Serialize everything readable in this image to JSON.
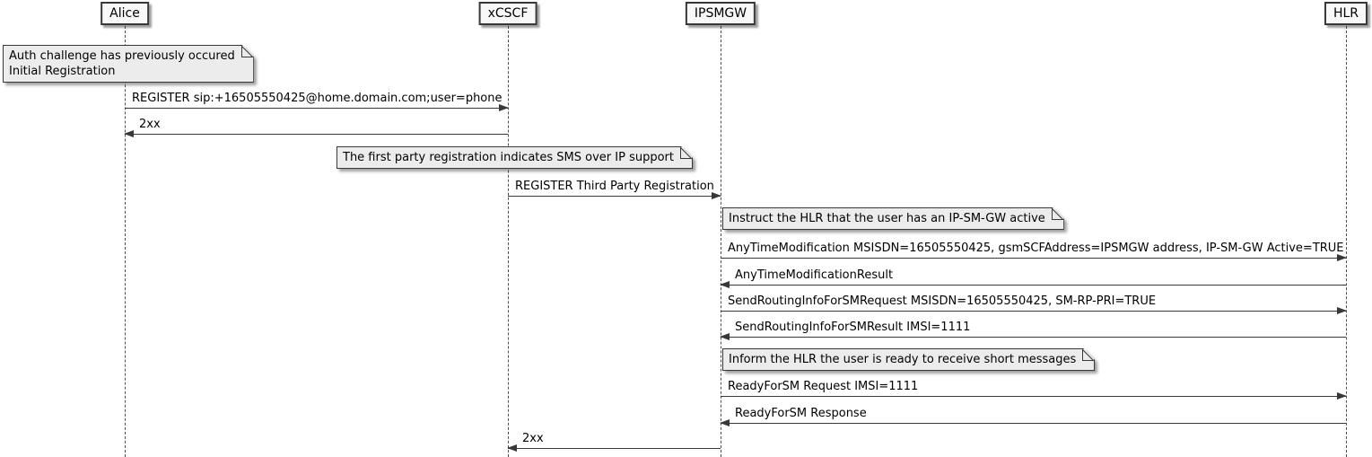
{
  "diagram_type": "sequence-diagram",
  "colors": {
    "background": "#ffffff",
    "participant_fill": "#f8f8f8",
    "participant_border": "#383838",
    "note_fill": "#ececec",
    "note_border": "#383838",
    "arrow": "#383838",
    "lifeline": "#4d4d4d",
    "text": "#000000"
  },
  "participants": [
    {
      "label": "Alice"
    },
    {
      "label": "xCSCF"
    },
    {
      "label": "IPSMGW"
    },
    {
      "label": "HLR"
    }
  ],
  "notes": [
    {
      "over": "Alice",
      "lines": [
        "Auth challenge has previously occured",
        "Initial Registration"
      ]
    },
    {
      "over": "xCSCF",
      "lines": [
        "The first party registration indicates SMS over IP support"
      ]
    },
    {
      "over": "IPSMGW",
      "lines": [
        "Instruct the HLR that the user has an IP-SM-GW active"
      ]
    },
    {
      "over": "IPSMGW",
      "lines": [
        "Inform the HLR the user is ready to receive short messages"
      ]
    }
  ],
  "messages": [
    {
      "from": "Alice",
      "to": "xCSCF",
      "label": "REGISTER sip:+16505550425@home.domain.com;user=phone"
    },
    {
      "from": "xCSCF",
      "to": "Alice",
      "label": "2xx"
    },
    {
      "from": "xCSCF",
      "to": "IPSMGW",
      "label": "REGISTER Third Party Registration"
    },
    {
      "from": "IPSMGW",
      "to": "HLR",
      "label": "AnyTimeModification MSISDN=16505550425, gsmSCFAddress=IPSMGW address, IP-SM-GW Active=TRUE"
    },
    {
      "from": "HLR",
      "to": "IPSMGW",
      "label": "AnyTimeModificationResult"
    },
    {
      "from": "IPSMGW",
      "to": "HLR",
      "label": "SendRoutingInfoForSMRequest MSISDN=16505550425, SM-RP-PRI=TRUE"
    },
    {
      "from": "HLR",
      "to": "IPSMGW",
      "label": "SendRoutingInfoForSMResult IMSI=1111"
    },
    {
      "from": "IPSMGW",
      "to": "HLR",
      "label": "ReadyForSM Request IMSI=1111"
    },
    {
      "from": "HLR",
      "to": "IPSMGW",
      "label": "ReadyForSM Response"
    },
    {
      "from": "IPSMGW",
      "to": "xCSCF",
      "label": "2xx"
    }
  ]
}
